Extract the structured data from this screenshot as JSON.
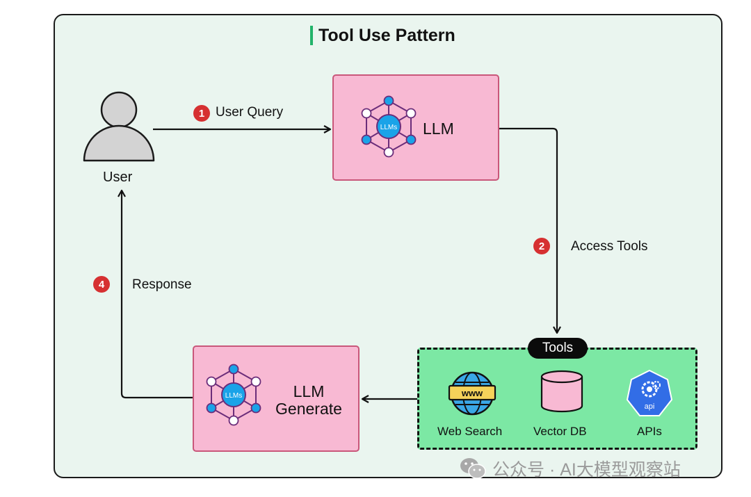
{
  "title": "Tool Use Pattern",
  "nodes": {
    "user": "User",
    "llm": "LLM",
    "llm_generate_line1": "LLM",
    "llm_generate_line2": "Generate",
    "llm_icon_text": "LLMs"
  },
  "edges": {
    "step1": {
      "number": "1",
      "label": "User Query"
    },
    "step2": {
      "number": "2",
      "label": "Access Tools"
    },
    "step4": {
      "number": "4",
      "label": "Response"
    }
  },
  "tools": {
    "header": "Tools",
    "items": [
      {
        "label": "Web Search",
        "icon": "globe-www-icon",
        "icon_text": "www"
      },
      {
        "label": "Vector DB",
        "icon": "database-cylinder-icon"
      },
      {
        "label": "APIs",
        "icon": "api-gear-icon",
        "icon_text": "api"
      }
    ]
  },
  "watermark": "公众号 · AI大模型观察站",
  "colors": {
    "llm_fill": "#f8b9d3",
    "llm_border": "#c9577a",
    "tools_fill": "#7ce8a4",
    "step_badge": "#d63031",
    "background": "#eaf5ef",
    "accent": "#22b36a"
  }
}
